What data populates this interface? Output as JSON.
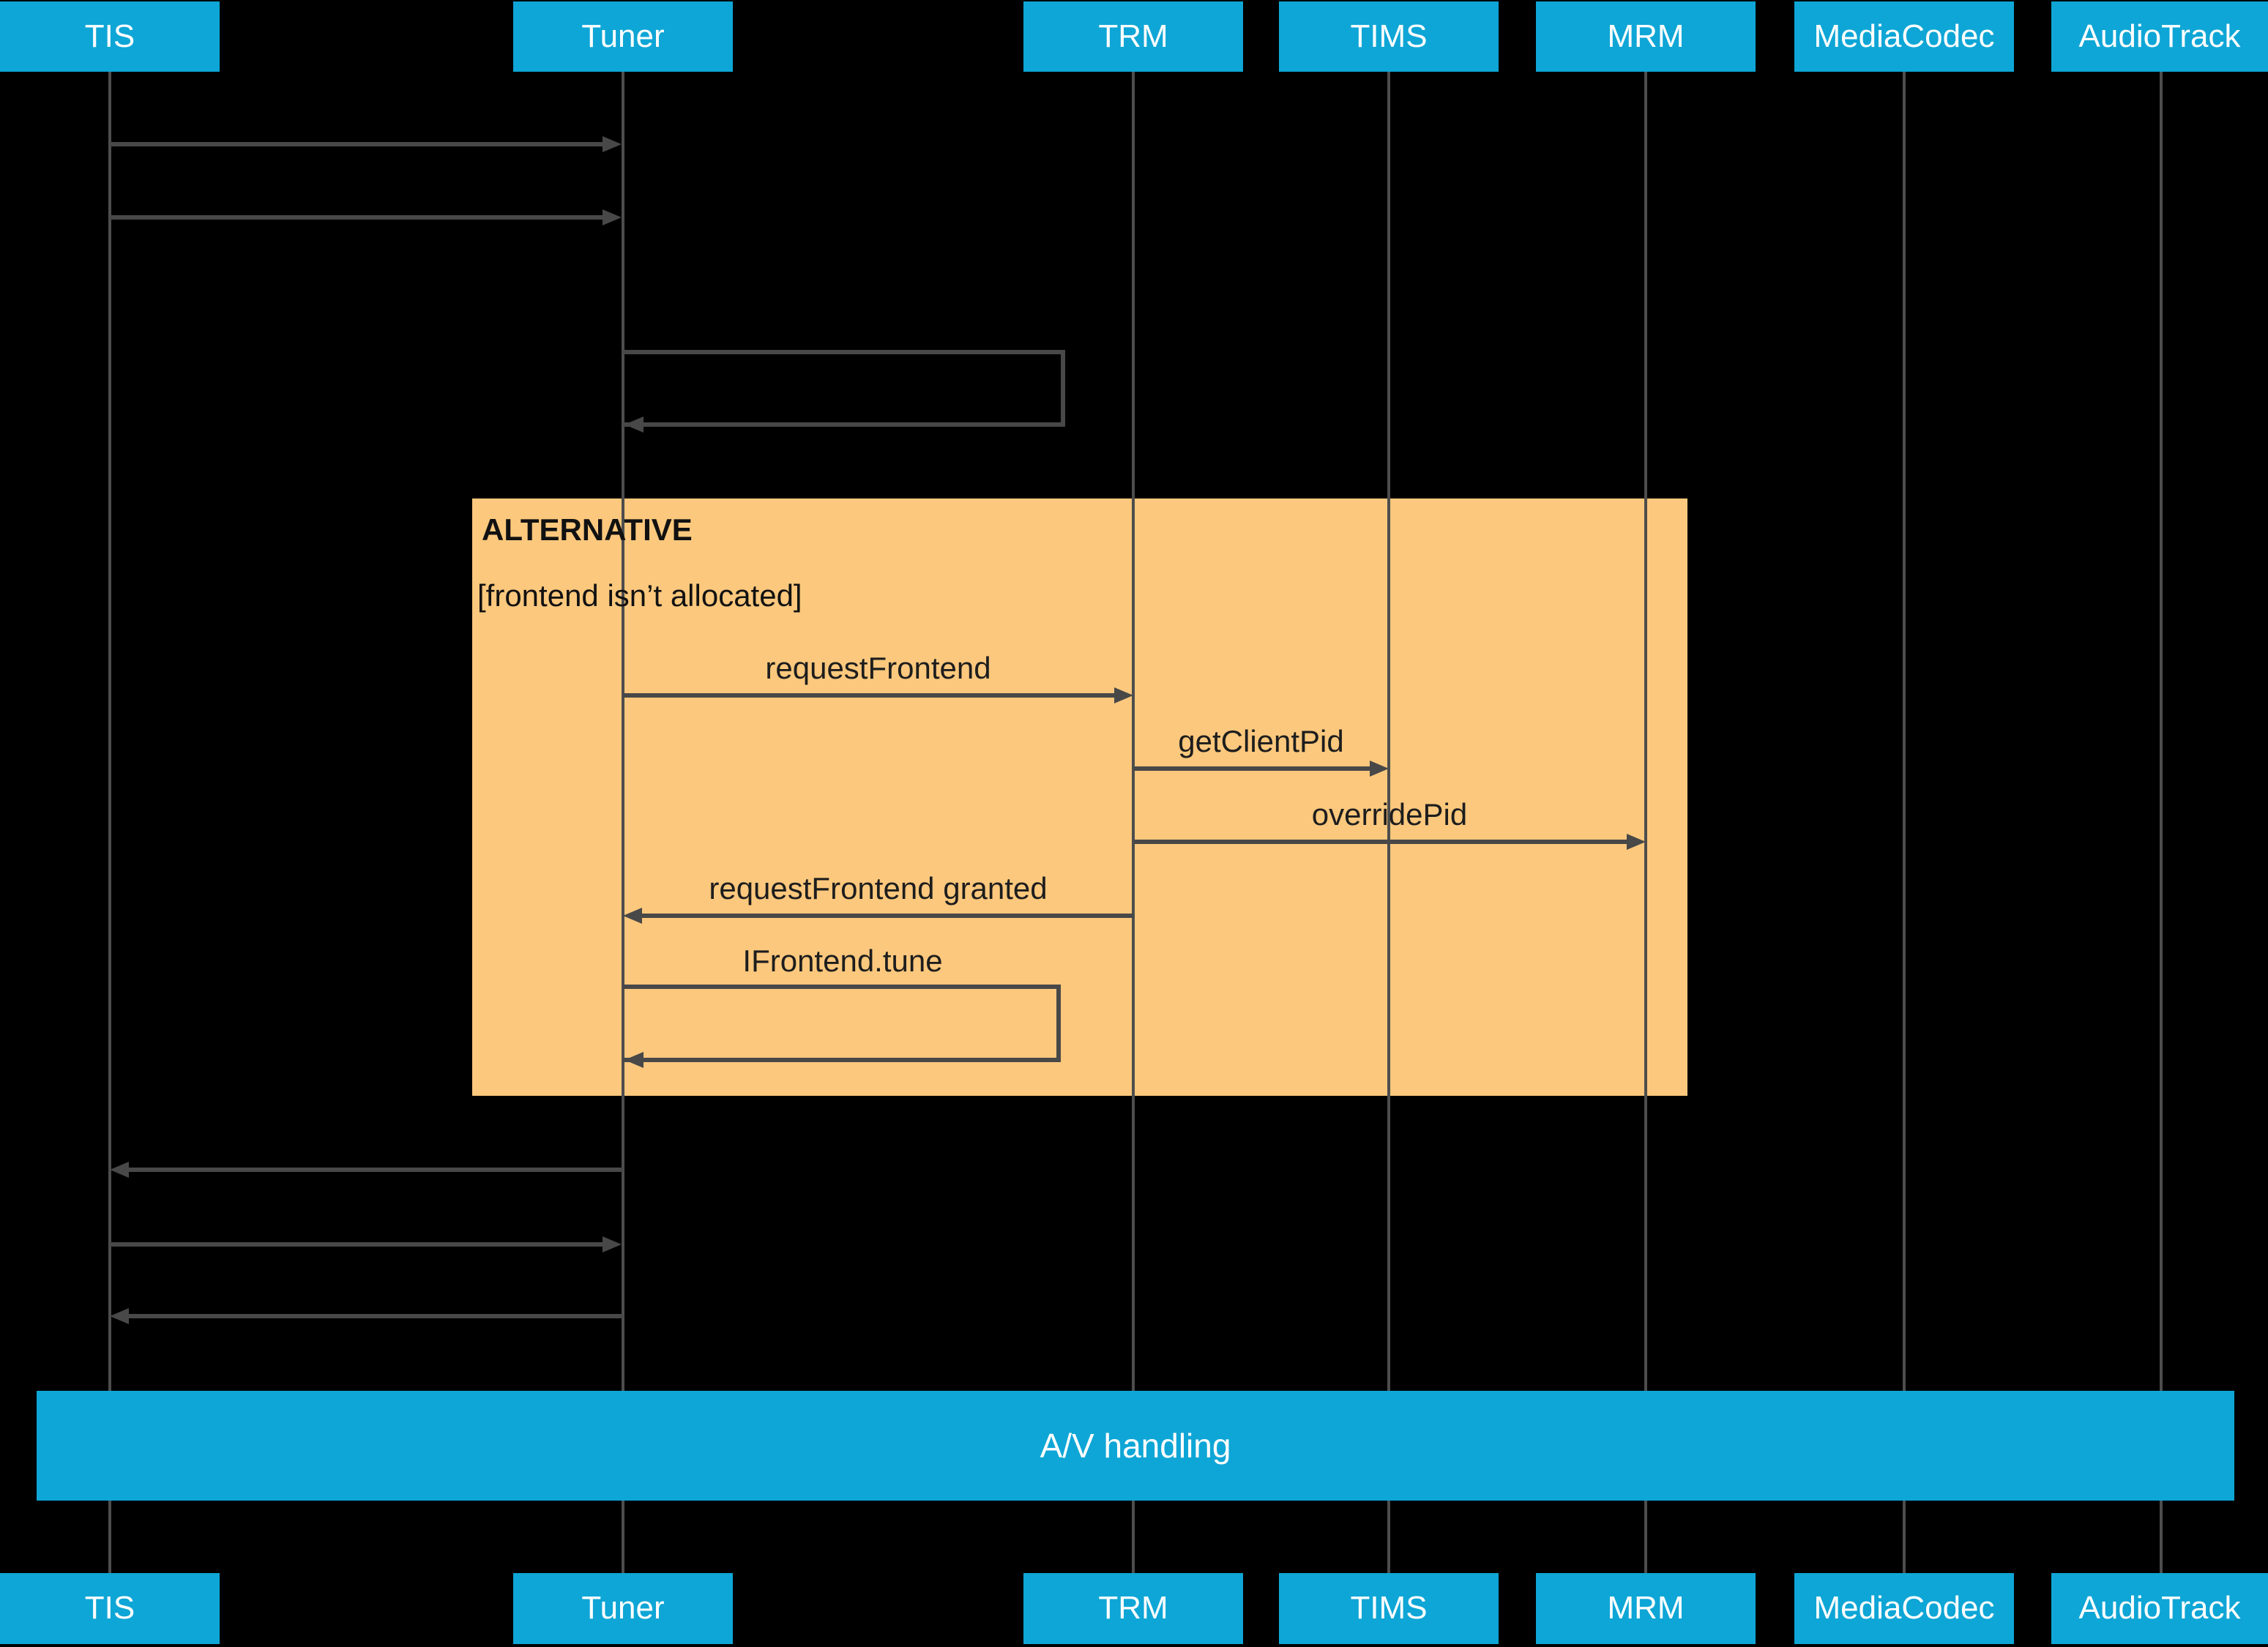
{
  "diagram": {
    "type": "sequence-diagram",
    "colors": {
      "background": "#000000",
      "participant_fill": "#0ea6d6",
      "alt_block_fill": "#fbc87d",
      "line_gray": "#484848",
      "lifeline_gray": "#4d4d4d",
      "label_dark": "#1d1d1d",
      "label_light": "#ffffff"
    },
    "participants": [
      "TIS",
      "Tuner",
      "TRM",
      "TIMS",
      "MRM",
      "MediaCodec",
      "AudioTrack"
    ],
    "alt_block": {
      "title": "ALTERNATIVE",
      "guard": "[frontend isn’t allocated]"
    },
    "messages": {
      "request_frontend": "requestFrontend",
      "get_client_pid": "getClientPid",
      "override_pid": "overridePid",
      "request_frontend_granted": "requestFrontend granted",
      "ifrontend_tune": "IFrontend.tune"
    },
    "av_bar": {
      "label": "A/V handling"
    }
  }
}
